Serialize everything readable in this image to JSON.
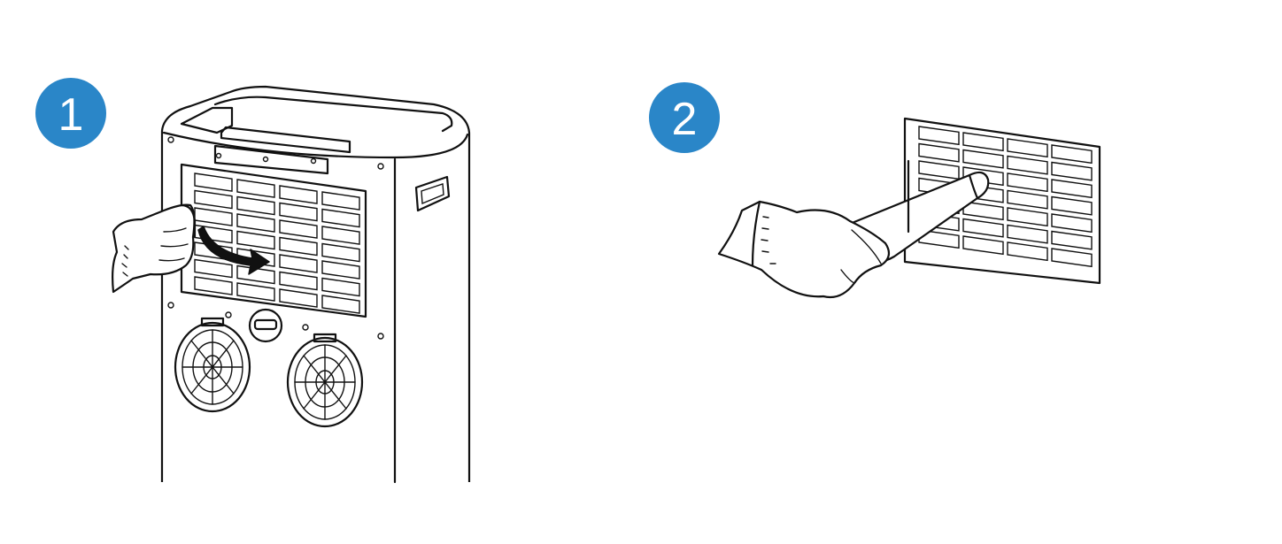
{
  "steps": [
    {
      "number": "1",
      "badge_color": "#2a86c8",
      "illustration": "remove-filter-from-unit"
    },
    {
      "number": "2",
      "badge_color": "#2a86c8",
      "illustration": "vacuum-clean-filter"
    }
  ]
}
